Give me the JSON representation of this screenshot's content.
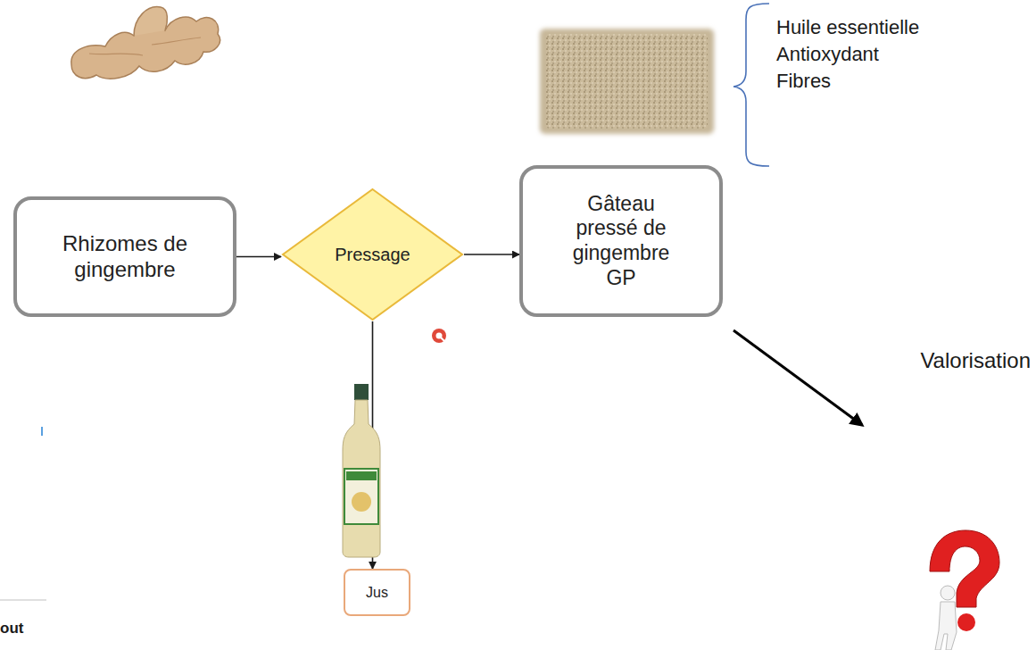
{
  "diagram": {
    "nodes": [
      {
        "text": [
          "Rhizomes de gingembre"
        ]
      },
      {
        "text": [
          "Pressage"
        ]
      },
      {
        "text": [
          "Gâteau pressé de gingembre GP"
        ]
      },
      {
        "text": [
          "Jus"
        ]
      }
    ],
    "edges": [
      {
        "from": 0,
        "to": 1,
        "arrow": "to"
      },
      {
        "from": 1,
        "to": 2,
        "arrow": "to"
      },
      {
        "from": 1,
        "to": 3,
        "arrow": "to"
      }
    ],
    "labels": [
      "Huile essentielle",
      "Antioxydant",
      "Fibres",
      "Valorisation",
      "out"
    ]
  }
}
